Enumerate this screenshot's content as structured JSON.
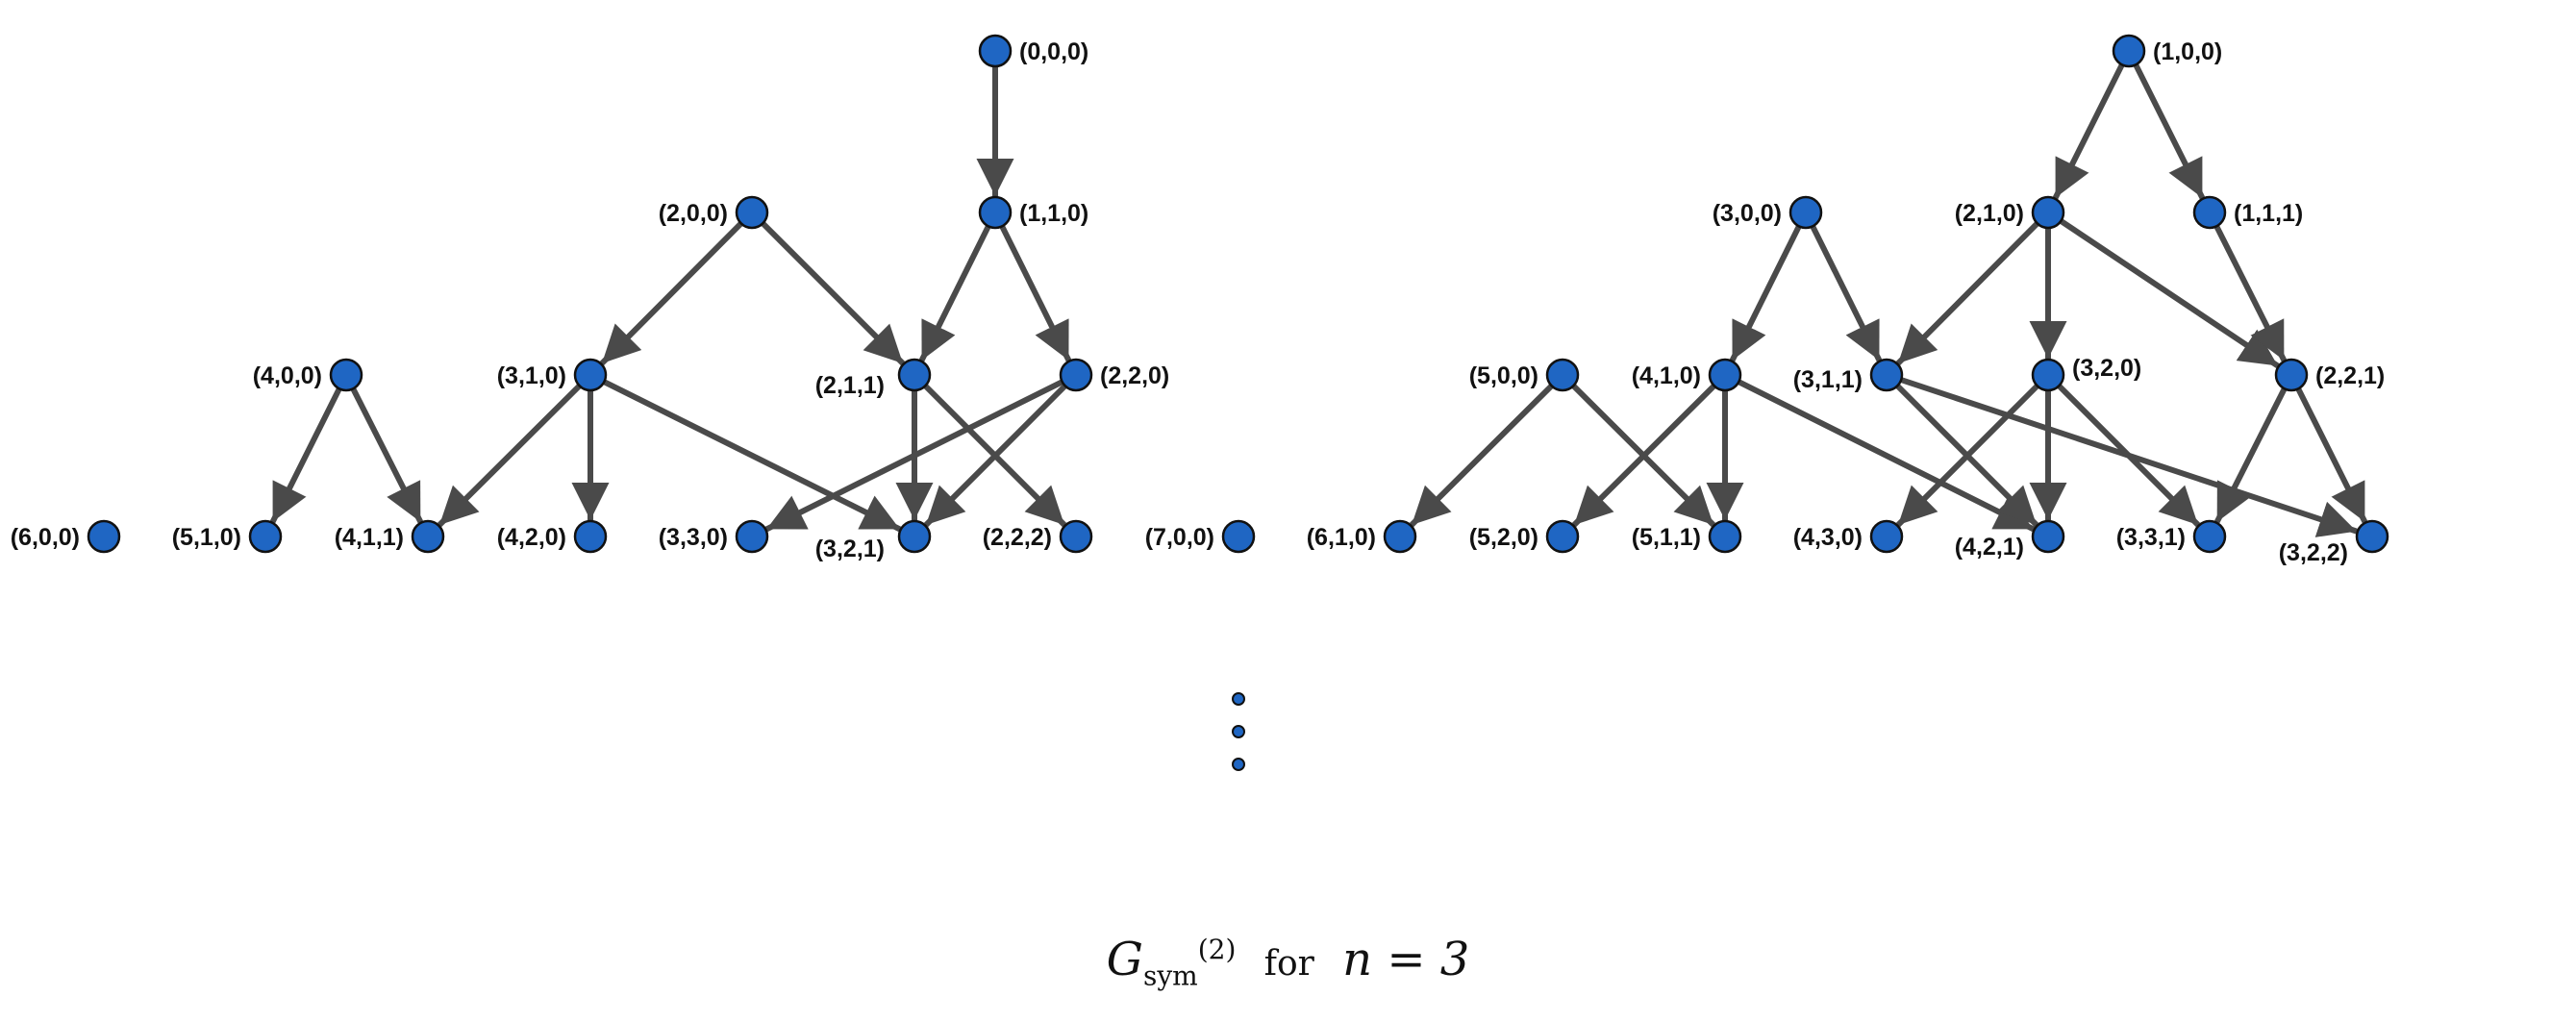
{
  "graph": {
    "node_color": "#1f66c3",
    "node_stroke": "#111111",
    "edge_color": "#4a4a4a",
    "nodes": [
      {
        "id": "a000",
        "label": "(0,0,0)"
      },
      {
        "id": "a200",
        "label": "(2,0,0)"
      },
      {
        "id": "a110",
        "label": "(1,1,0)"
      },
      {
        "id": "a400",
        "label": "(4,0,0)"
      },
      {
        "id": "a310",
        "label": "(3,1,0)"
      },
      {
        "id": "a211",
        "label": "(2,1,1)"
      },
      {
        "id": "a220",
        "label": "(2,2,0)"
      },
      {
        "id": "a600",
        "label": "(6,0,0)"
      },
      {
        "id": "a510",
        "label": "(5,1,0)"
      },
      {
        "id": "a411",
        "label": "(4,1,1)"
      },
      {
        "id": "a420",
        "label": "(4,2,0)"
      },
      {
        "id": "a330",
        "label": "(3,3,0)"
      },
      {
        "id": "a321",
        "label": "(3,2,1)"
      },
      {
        "id": "a222",
        "label": "(2,2,2)"
      },
      {
        "id": "b700",
        "label": "(7,0,0)"
      },
      {
        "id": "b100",
        "label": "(1,0,0)"
      },
      {
        "id": "b300",
        "label": "(3,0,0)"
      },
      {
        "id": "b210",
        "label": "(2,1,0)"
      },
      {
        "id": "b111",
        "label": "(1,1,1)"
      },
      {
        "id": "b500",
        "label": "(5,0,0)"
      },
      {
        "id": "b410",
        "label": "(4,1,0)"
      },
      {
        "id": "b311",
        "label": "(3,1,1)"
      },
      {
        "id": "b320",
        "label": "(3,2,0)"
      },
      {
        "id": "b221",
        "label": "(2,2,1)"
      },
      {
        "id": "b610",
        "label": "(6,1,0)"
      },
      {
        "id": "b520",
        "label": "(5,2,0)"
      },
      {
        "id": "b511",
        "label": "(5,1,1)"
      },
      {
        "id": "b430",
        "label": "(4,3,0)"
      },
      {
        "id": "b421",
        "label": "(4,2,1)"
      },
      {
        "id": "b331",
        "label": "(3,3,1)"
      },
      {
        "id": "b322",
        "label": "(3,2,2)"
      }
    ],
    "edges": [
      [
        "a000",
        "a110"
      ],
      [
        "a200",
        "a310"
      ],
      [
        "a200",
        "a211"
      ],
      [
        "a110",
        "a211"
      ],
      [
        "a110",
        "a220"
      ],
      [
        "a400",
        "a510"
      ],
      [
        "a400",
        "a411"
      ],
      [
        "a310",
        "a411"
      ],
      [
        "a310",
        "a420"
      ],
      [
        "a310",
        "a321"
      ],
      [
        "a211",
        "a321"
      ],
      [
        "a211",
        "a222"
      ],
      [
        "a220",
        "a330"
      ],
      [
        "a220",
        "a321"
      ],
      [
        "b100",
        "b210"
      ],
      [
        "b100",
        "b111"
      ],
      [
        "b300",
        "b410"
      ],
      [
        "b300",
        "b311"
      ],
      [
        "b210",
        "b311"
      ],
      [
        "b210",
        "b320"
      ],
      [
        "b210",
        "b221"
      ],
      [
        "b111",
        "b221"
      ],
      [
        "b500",
        "b610"
      ],
      [
        "b500",
        "b511"
      ],
      [
        "b410",
        "b520"
      ],
      [
        "b410",
        "b511"
      ],
      [
        "b410",
        "b421"
      ],
      [
        "b311",
        "b421"
      ],
      [
        "b311",
        "b322"
      ],
      [
        "b320",
        "b430"
      ],
      [
        "b320",
        "b421"
      ],
      [
        "b320",
        "b331"
      ],
      [
        "b221",
        "b331"
      ],
      [
        "b221",
        "b322"
      ]
    ],
    "ellipsis_dots": 3
  },
  "caption": {
    "symbol": "G",
    "subscript": "sym",
    "superscript": "(2)",
    "word": "for",
    "condition": "n = 3"
  }
}
